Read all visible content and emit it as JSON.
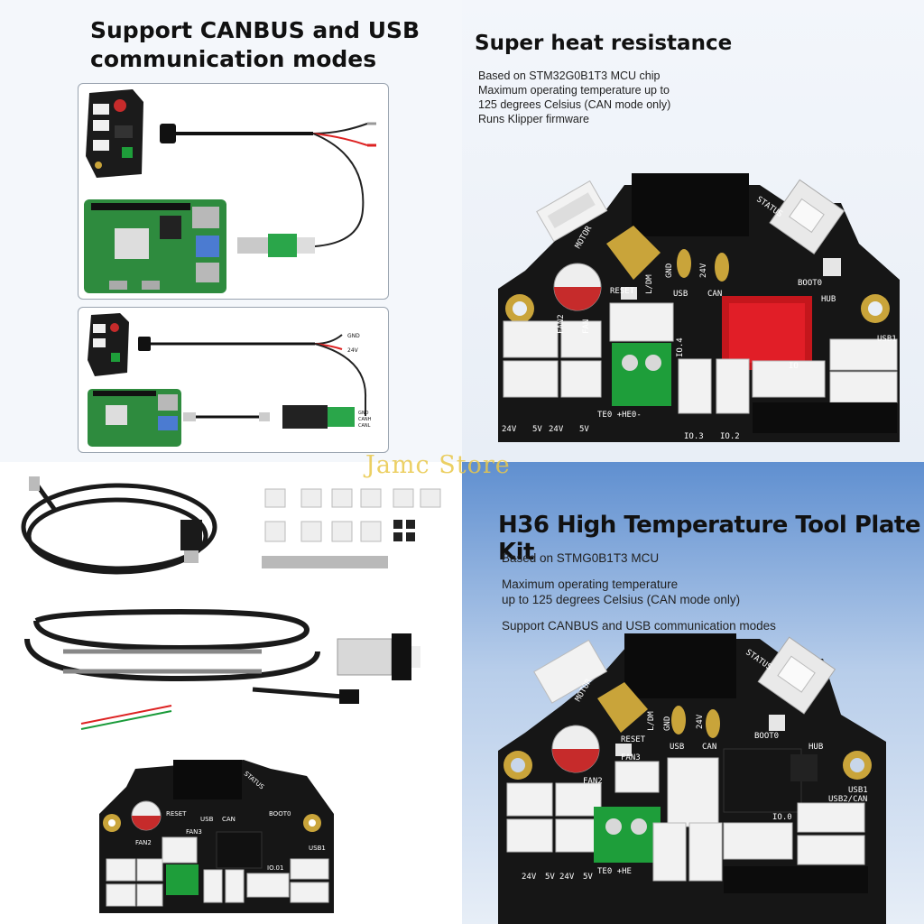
{
  "watermark": "Jamc Store",
  "canbus_panel": {
    "title_line1": "Support CANBUS and USB",
    "title_line2": "communication modes",
    "wire_labels": {
      "gnd": "GND",
      "v24": "24V",
      "gnd2": "GND",
      "canh": "CANH",
      "canl": "CANL"
    }
  },
  "heat_panel": {
    "title": "Super heat resistance",
    "specs": [
      "Based on STM32G0B1T3 MCU chip",
      "Maximum operating temperature up to",
      "125 degrees Celsius (CAN mode only)",
      "Runs Klipper firmware"
    ],
    "board_labels": {
      "motor": "MOTOR",
      "status": "STATUS",
      "reset": "RESET",
      "usb": "USB",
      "can": "CAN",
      "boot": "BOOT0",
      "l_dm": "L/DM",
      "gnd": "GND",
      "v24": "24V",
      "io4": "IO.4",
      "io3": "IO.3",
      "io2": "IO.2",
      "io": "IO",
      "usb1": "USB1",
      "hub": "HUB",
      "te0": "TE0 +HE0-",
      "bottom_24v": "24V",
      "bottom_5v": "5V",
      "bottom_24v_2": "24V",
      "bottom_5v_2": "5V",
      "fan2": "FAN2",
      "fan": "FAN"
    }
  },
  "accessories_panel": {
    "board_labels": {
      "reset": "RESET",
      "fan3": "FAN3",
      "fan2": "FAN2",
      "io": "IO.01",
      "usb": "USB",
      "can": "CAN",
      "boot": "BOOT0",
      "status": "STATUS",
      "usb1": "USB1"
    }
  },
  "kit_panel": {
    "title": "H36 High Temperature Tool Plate Kit",
    "specs": [
      "Based on STMG0B1T3 MCU",
      "Maximum operating temperature",
      "up to 125 degrees Celsius (CAN mode only)",
      "Support CANBUS and USB communication modes"
    ],
    "board_labels": {
      "motor": "MOTOR",
      "status": "STATUS",
      "reset": "RESET",
      "usb": "USB",
      "can": "CAN",
      "boot": "BOOT0",
      "hub": "HUB",
      "usb1": "USB1",
      "usb2can": "USB2/CAN",
      "fan2": "FAN2",
      "fan3": "FAN3",
      "io": "IO.0",
      "te0": "TE0 +HE",
      "l_dm": "L/DM",
      "gnd": "GND",
      "v24": "24V",
      "b24": "24V",
      "b5": "5V",
      "b24b": "24V",
      "b5b": "5V"
    }
  },
  "colors": {
    "board": "#1a1a1a",
    "led_red": "#e8202a",
    "terminal_green": "#1e9e3a",
    "connector_white": "#f2f2f2",
    "gold": "#c9a43a",
    "pi_green": "#2e8b3e"
  }
}
